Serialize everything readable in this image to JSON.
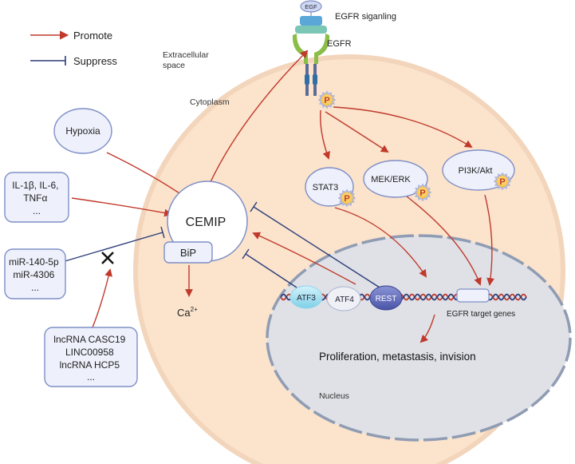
{
  "legend": {
    "promote": "Promote",
    "suppress": "Suppress"
  },
  "regions": {
    "extracellular": [
      "Extracellular",
      "space"
    ],
    "cytoplasm": "Cytoplasm",
    "nucleus": "Nucleus"
  },
  "egfr": {
    "ligand": "EGF",
    "signaling": "EGFR siganling",
    "receptor": "EGFR"
  },
  "phospho": "P",
  "pathways": {
    "stat3": "STAT3",
    "mek_erk": "MEK/ERK",
    "pi3k_akt": "PI3K/Akt"
  },
  "cemip": {
    "name": "CEMIP",
    "bip": "BiP",
    "calcium": "Ca",
    "calcium_sup": "2+"
  },
  "inputs": {
    "hypoxia": "Hypoxia",
    "cytokines": [
      "IL-1β, IL-6,",
      "TNFα",
      "..."
    ],
    "mirnas": [
      "miR-140-5p",
      "miR-4306",
      "..."
    ],
    "lncrnas": [
      "lncRNA CASC19",
      "LINC00958",
      "lncRNA HCP5",
      "..."
    ]
  },
  "transcription": {
    "atf3": "ATF3",
    "atf4": "ATF4",
    "rest": "REST",
    "target_genes": "EGFR target genes"
  },
  "outcome": "Proliferation, metastasis, invision",
  "colors": {
    "promote": "#c0392b",
    "suppress": "#2c3e7a",
    "cell_fill": "#fbe3cc",
    "cell_stroke": "#f2d5bb",
    "nucleus_fill": "#dfe1e6",
    "nucleus_stroke": "#8f9cb3",
    "box_fill": "#eef0fb",
    "box_stroke": "#7f8fc6"
  }
}
